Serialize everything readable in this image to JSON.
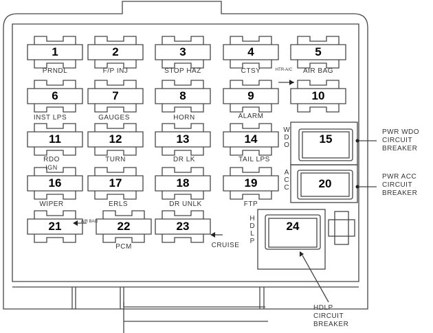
{
  "fuses": [
    {
      "number": "1",
      "label": "PRNDL"
    },
    {
      "number": "2",
      "label": "F/P INJ"
    },
    {
      "number": "3",
      "label": "STOP HAZ"
    },
    {
      "number": "4",
      "label": "CTSY"
    },
    {
      "number": "5",
      "label": "AIR BAG"
    },
    {
      "number": "6",
      "label": "INST LPS"
    },
    {
      "number": "7",
      "label": "GAUGES"
    },
    {
      "number": "8",
      "label": "HORN"
    },
    {
      "number": "9",
      "label": "ALARM"
    },
    {
      "number": "10",
      "label": "HTR-A/C"
    },
    {
      "number": "11",
      "label": "RDO"
    },
    {
      "number": "12",
      "label": "TURN"
    },
    {
      "number": "13",
      "label": "DR LK"
    },
    {
      "number": "14",
      "label": "TAIL LPS"
    },
    {
      "number": "16",
      "label": "WIPER"
    },
    {
      "number": "17",
      "label": "ERLS"
    },
    {
      "number": "18",
      "label": "DR UNLK"
    },
    {
      "number": "19",
      "label": "FTP"
    },
    {
      "number": "21",
      "label": "AIR BAG"
    },
    {
      "number": "22",
      "label": "PCM"
    },
    {
      "number": "23",
      "label": "CRUISE"
    }
  ],
  "extra_labels": {
    "ign": "IGN"
  },
  "breakers": [
    {
      "number": "15",
      "side_label": "WDO",
      "callout": "PWR WDO CIRCUIT BREAKER"
    },
    {
      "number": "20",
      "side_label": "ACC",
      "callout": "PWR ACC CIRCUIT BREAKER"
    },
    {
      "number": "24",
      "side_label": "HDLP",
      "callout": "HDLP CIRCUIT BREAKER"
    }
  ]
}
